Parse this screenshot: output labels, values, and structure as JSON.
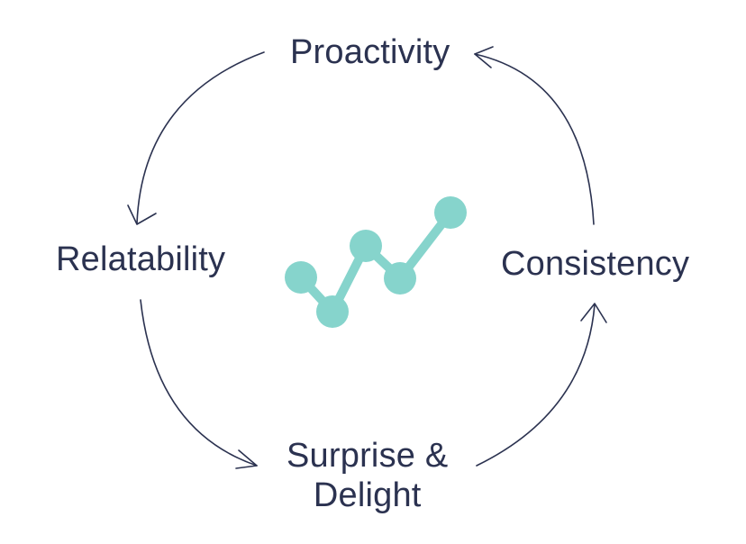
{
  "diagram": {
    "nodes": {
      "top": "Proactivity",
      "right": "Consistency",
      "bottom_line1": "Surprise &",
      "bottom_line2": "Delight",
      "left": "Relatability"
    },
    "colors": {
      "text": "#2b3250",
      "arrow": "#2b3250",
      "icon": "#86d4cc"
    },
    "center_icon": "trend-line-icon"
  }
}
